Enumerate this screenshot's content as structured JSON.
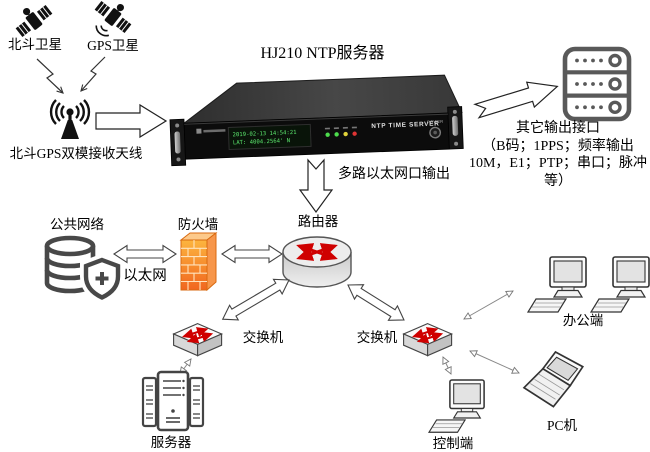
{
  "diagram": {
    "title": "HJ210 NTP服务器",
    "beidou_satellite": "北斗卫星",
    "gps_satellite": "GPS卫星",
    "antenna": "北斗GPS双模接收天线",
    "ethernet_output": "多路以太网口输出",
    "other_outputs_line1": "其它输出接口",
    "other_outputs_line2": "（B码；1PPS；频率输出",
    "other_outputs_line3": "10M，E1；PTP；串口；脉冲",
    "other_outputs_line4": "等）",
    "public_network": "公共网络",
    "ethernet": "以太网",
    "firewall": "防火墙",
    "router": "路由器",
    "switch_left": "交换机",
    "switch_right": "交换机",
    "server_rack": "服务器",
    "office": "办公端",
    "pc": "PC机",
    "control": "控制端"
  },
  "device": {
    "panel_name": "NTP TIME SERVER",
    "power": "POWER",
    "lcd_line1": "2019-02-13 14:54:21",
    "lcd_line2": "LAT: 4004.2564' N",
    "led_colors": [
      "#4ddc4d",
      "#4ddc4d",
      "#e0d23a",
      "#e03434"
    ]
  },
  "colors": {
    "firewall_orange": "#F7941D",
    "arrow_red": "#CF0000",
    "icon_gray": "#595959"
  }
}
